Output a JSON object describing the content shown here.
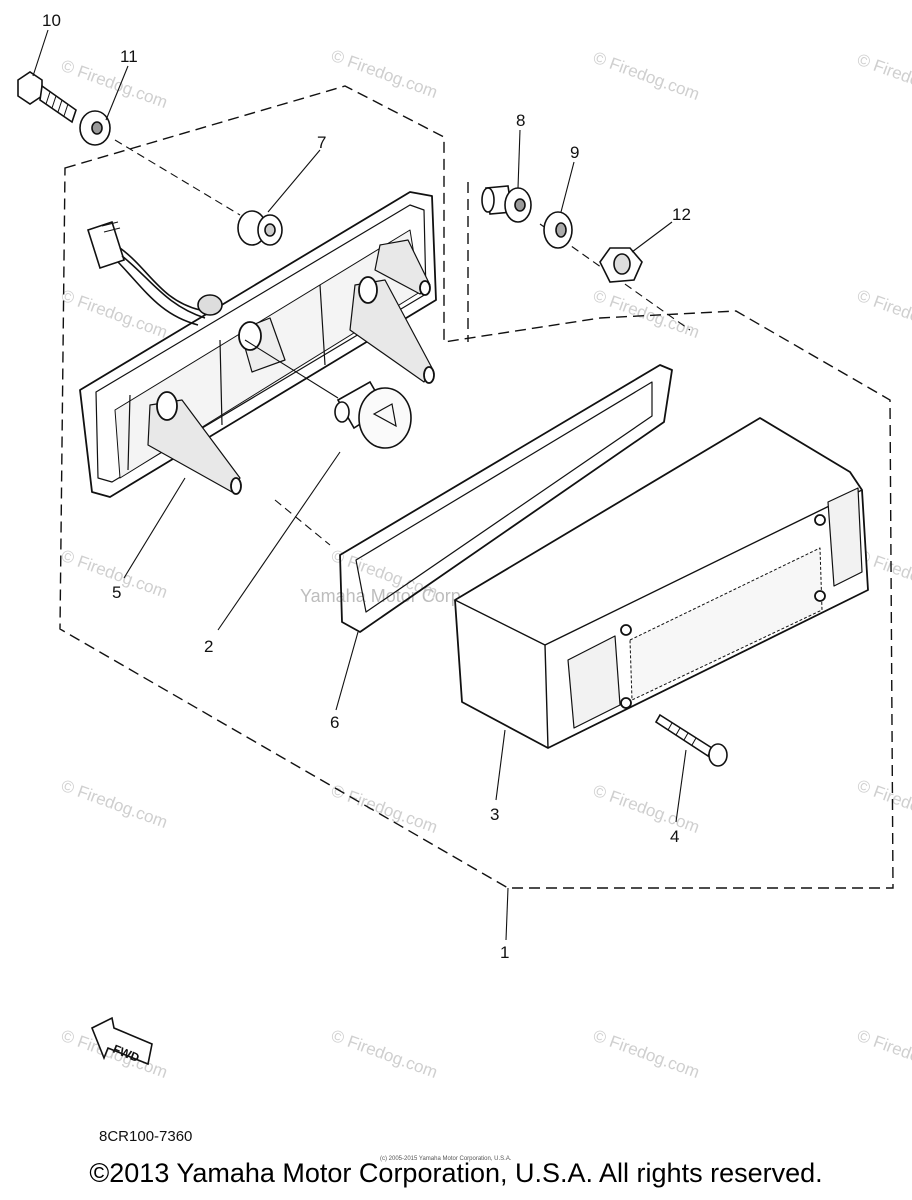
{
  "callouts": [
    {
      "id": "10",
      "label": "10"
    },
    {
      "id": "11",
      "label": "11"
    },
    {
      "id": "7",
      "label": "7"
    },
    {
      "id": "8",
      "label": "8"
    },
    {
      "id": "9",
      "label": "9"
    },
    {
      "id": "12",
      "label": "12"
    },
    {
      "id": "5",
      "label": "5"
    },
    {
      "id": "2",
      "label": "2"
    },
    {
      "id": "6",
      "label": "6"
    },
    {
      "id": "3",
      "label": "3"
    },
    {
      "id": "4",
      "label": "4"
    },
    {
      "id": "1",
      "label": "1"
    }
  ],
  "watermarks": {
    "firedog": "© Firedog.com",
    "firedog_tick": "©",
    "center_text": "Yamaha Motor Corp. U.S.A."
  },
  "fwd_label": "FWD",
  "part_code": "8CR100-7360",
  "copyright": "©2013 Yamaha Motor Corporation, U.S.A. All rights reserved.",
  "copyright_small": "(c) 2005-2015 Yamaha Motor Corporation, U.S.A."
}
